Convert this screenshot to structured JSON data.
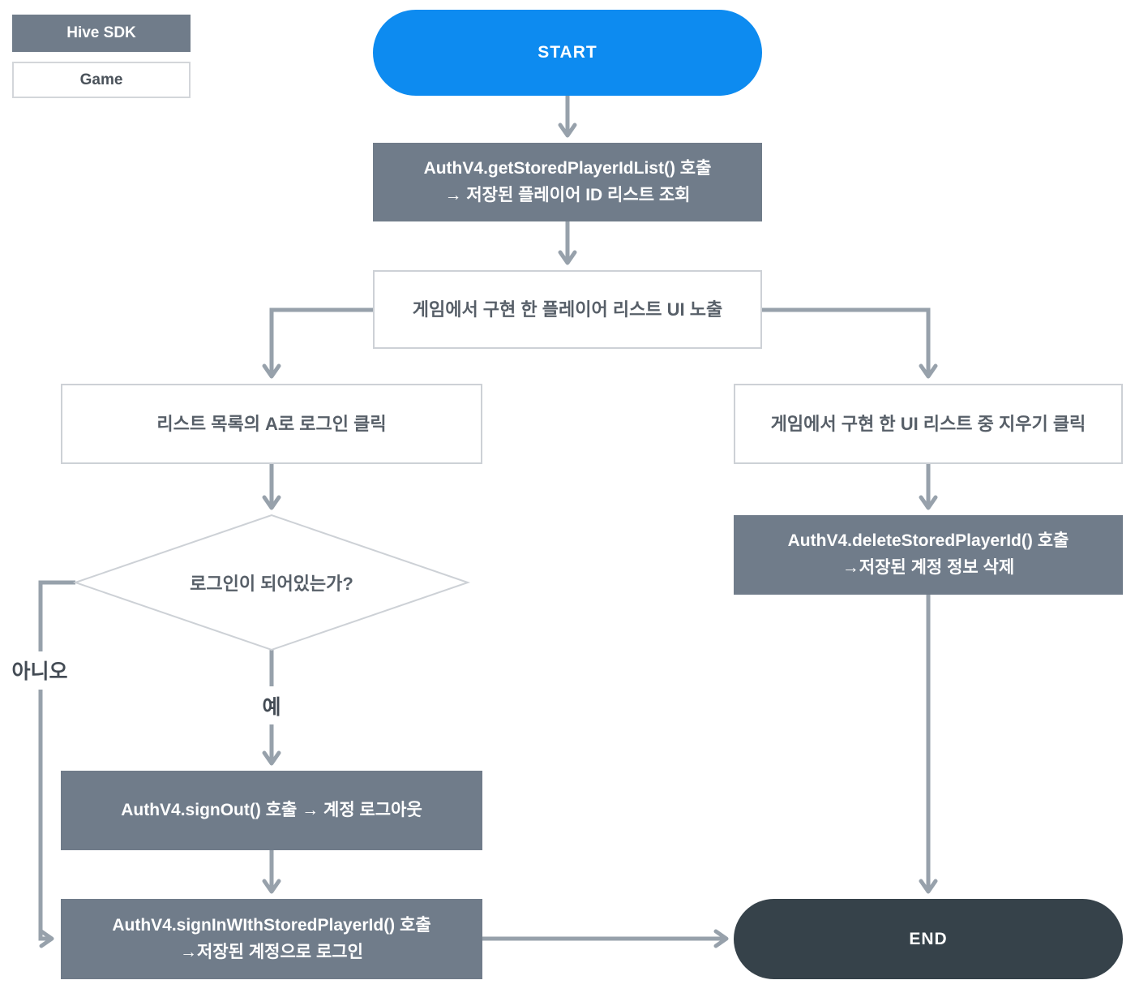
{
  "legend": {
    "hive_sdk_label": "Hive SDK",
    "game_label": "Game"
  },
  "nodes": {
    "start": {
      "label": "START"
    },
    "get_stored_list": {
      "line1": "AuthV4.getStoredPlayerIdList() 호출",
      "line2": "→ 저장된 플레이어 ID 리스트 조회"
    },
    "show_player_list_ui": {
      "label": "게임에서 구현 한 플레이어 리스트 UI 노출"
    },
    "login_click": {
      "label": "리스트 목록의 A로 로그인 클릭"
    },
    "delete_click": {
      "label": "게임에서 구현 한 UI 리스트 중 지우기 클릭"
    },
    "decision_logged_in": {
      "label": "로그인이 되어있는가?"
    },
    "sign_out": {
      "label": "AuthV4.signOut() 호출 → 계정 로그아웃"
    },
    "sign_in_stored": {
      "line1": "AuthV4.signInWIthStoredPlayerId() 호출",
      "line2": "→저장된 계정으로 로그인"
    },
    "delete_stored": {
      "line1": "AuthV4.deleteStoredPlayerId() 호출",
      "line2": "→저장된 계정 정보 삭제"
    },
    "end": {
      "label": "END"
    }
  },
  "edge_labels": {
    "yes": "예",
    "no": "아니오"
  },
  "colors": {
    "start_blue": "#0d8bf0",
    "hive_slate": "#707c8a",
    "end_dark": "#36424a",
    "connector_gray": "#97a1ab",
    "box_border_gray": "#cdd1d6"
  }
}
